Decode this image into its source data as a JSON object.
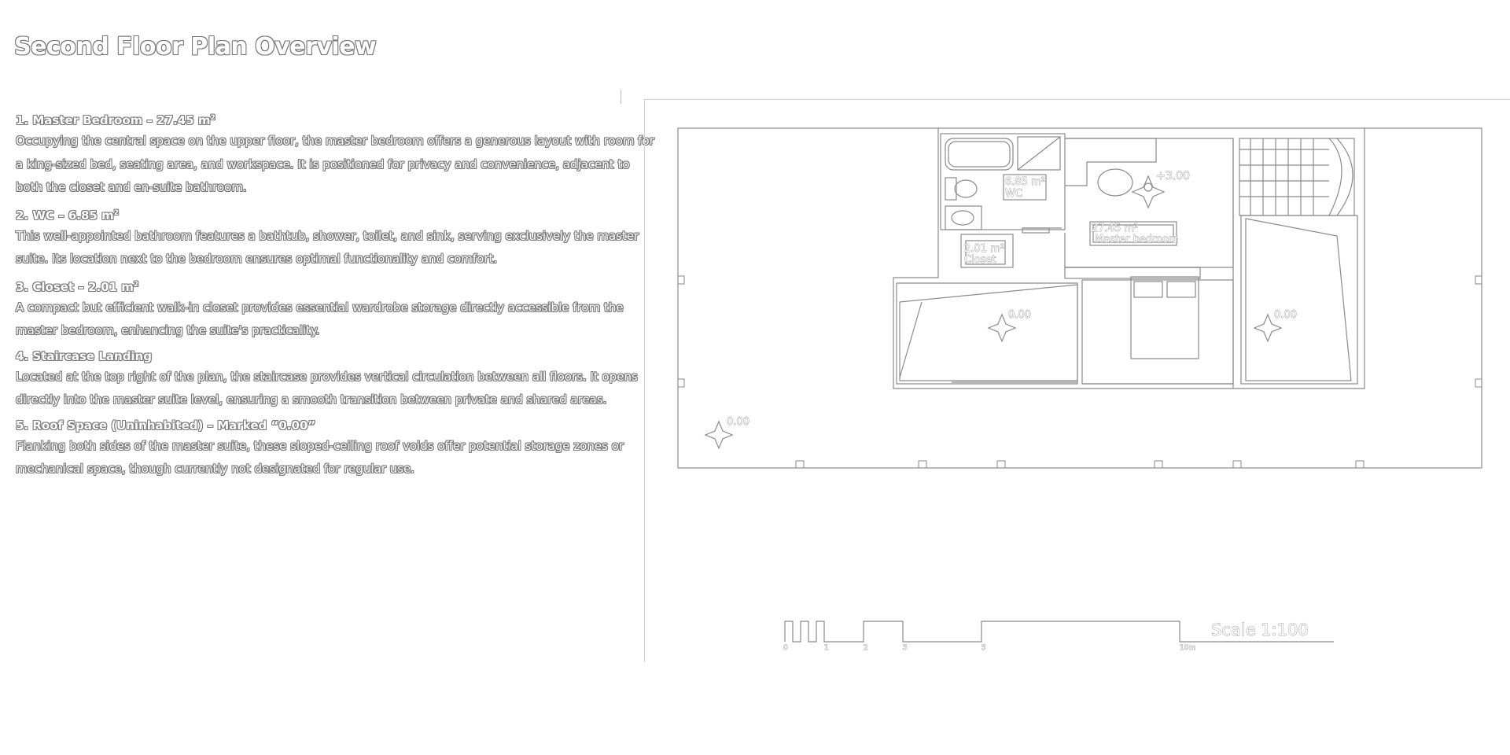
{
  "page": {
    "title": "Second Floor Plan Overview"
  },
  "sections": [
    {
      "heading": "1. Master Bedroom – 27.45 m",
      "heading_sup": "2",
      "body": "Occupying the central space on the upper floor, the master bedroom offers a generous layout with room for a king-sized bed, seating area, and workspace. It is positioned for privacy and convenience, adjacent to both the closet and en-suite bathroom."
    },
    {
      "heading": "2. WC – 6.85 m",
      "heading_sup": "2",
      "body": "This well-appointed bathroom features a bathtub, shower, toilet, and sink, serving exclusively the master suite. Its location next to the bedroom ensures optimal functionality and comfort."
    },
    {
      "heading": "3. Closet – 2.01 m",
      "heading_sup": "2",
      "body": "A compact but efficient walk-in closet provides essential wardrobe storage directly accessible from the master bedroom, enhancing the suite's practicality."
    },
    {
      "heading": "4. Staircase Landing",
      "heading_sup": "",
      "body": "Located at the top right of the plan, the staircase provides vertical circulation between all floors. It opens directly into the master suite level, ensuring a smooth transition between private and shared areas."
    },
    {
      "heading": "5. Roof Space (Uninhabited) – Marked “0.00”",
      "heading_sup": "",
      "body": "Flanking both sides of the master suite, these sloped-ceiling roof voids offer potential storage zones or mechanical space, though currently not designated for regular use."
    }
  ],
  "plan": {
    "rooms": {
      "wc": {
        "area": "6.85 m²",
        "name": "WC"
      },
      "closet": {
        "area": "2.01 m²",
        "name": "Closet"
      },
      "master": {
        "area": "27.45 m²",
        "name": "Master bedroom"
      }
    },
    "levels": {
      "master": "+3.00",
      "roof_left": "0.00",
      "roof_right": "0.00",
      "outside": "0.00"
    },
    "scale": {
      "label": "Scale 1:100",
      "ticks": [
        "0",
        "1",
        "2",
        "3",
        "5",
        "10m"
      ]
    }
  },
  "colors": {
    "line": "#888888",
    "outline_text": "#777777",
    "background": "#ffffff"
  }
}
